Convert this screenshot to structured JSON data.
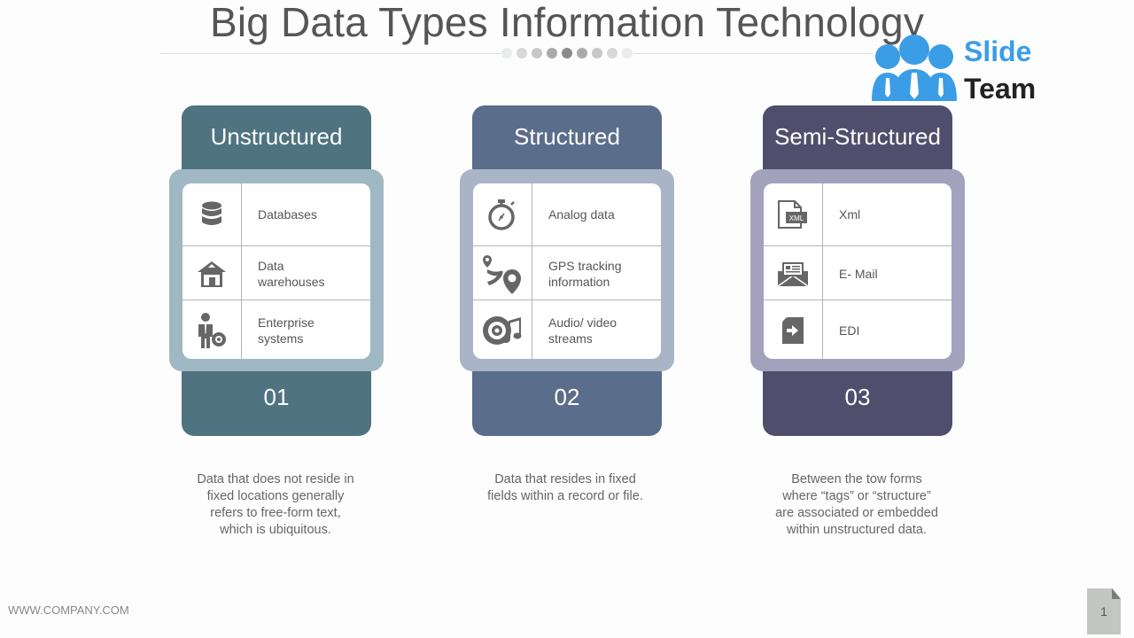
{
  "slide": {
    "title": "Big Data Types Information Technology",
    "page_number": "1",
    "footer_url": "WWW.COMPANY.COM",
    "divider_dots": [
      "#e8ecea",
      "#d7d9d8",
      "#c6c8c7",
      "#a9abaa",
      "#8a8c8b",
      "#a9abaa",
      "#c6c8c7",
      "#d7d9d8",
      "#e8ecea"
    ]
  },
  "logo": {
    "line1": "Slide",
    "line2": "Team",
    "icon": "people-group-icon",
    "accent": "#3b9de6"
  },
  "cards": [
    {
      "title": "Unstructured",
      "number": "01",
      "head_color": "#4f7380",
      "frame_color": "#9fb8c4",
      "items": [
        {
          "label": "Databases",
          "icon": "database-icon"
        },
        {
          "label": "Data\nwarehouses",
          "icon": "warehouse-icon"
        },
        {
          "label": "Enterprise\nsystems",
          "icon": "businessman-gear-icon"
        }
      ],
      "description": "Data that does not reside in\nfixed locations generally\nrefers to free-form text,\nwhich is ubiquitous."
    },
    {
      "title": "Structured",
      "number": "02",
      "head_color": "#5a6d8a",
      "frame_color": "#a9b5c6",
      "items": [
        {
          "label": "Analog data",
          "icon": "stopwatch-icon"
        },
        {
          "label": "GPS tracking\ninformation",
          "icon": "gps-route-icon"
        },
        {
          "label": "Audio/ video\nstreams",
          "icon": "disc-music-icon"
        }
      ],
      "description": "Data that resides in fixed\nfields within a record or file."
    },
    {
      "title": "Semi-Structured",
      "number": "03",
      "head_color": "#4f4e6c",
      "frame_color": "#a3a2bd",
      "items": [
        {
          "label": "Xml",
          "icon": "xml-file-icon"
        },
        {
          "label": "E- Mail",
          "icon": "email-envelope-icon"
        },
        {
          "label": "EDI",
          "icon": "file-arrow-icon"
        }
      ],
      "description": "Between the tow forms\nwhere “tags” or “structure”\nare associated or embedded\nwithin unstructured  data."
    }
  ]
}
